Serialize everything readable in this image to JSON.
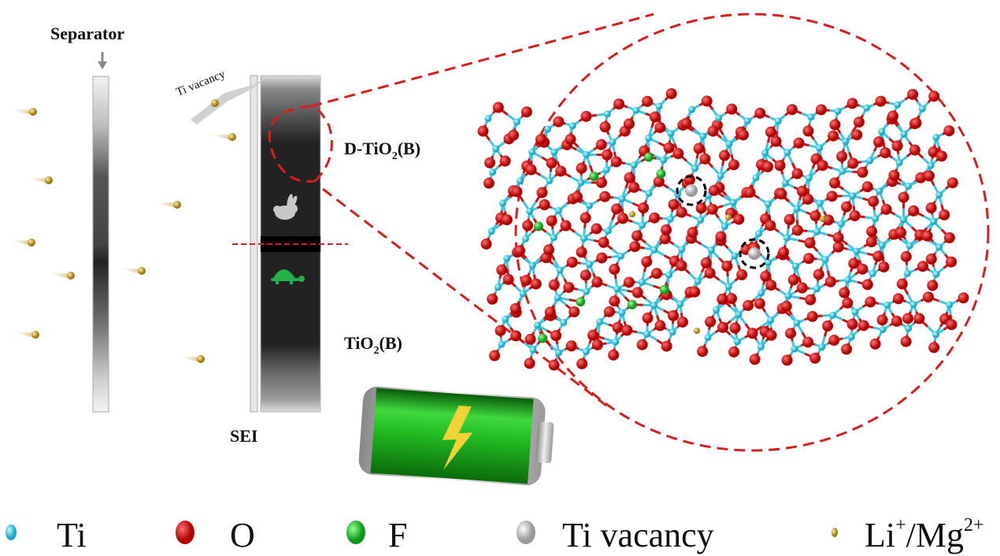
{
  "labels": {
    "separator": "Separator",
    "ti_vacancy_callout": "Ti vacancy",
    "d_tio2_prefix": "D-TiO",
    "d_tio2_sub": "2",
    "d_tio2_suffix": "(B)",
    "tio2_prefix": "TiO",
    "tio2_sub": "2",
    "tio2_suffix": "(B)",
    "sei": "SEI"
  },
  "legend": [
    {
      "label": "Ti",
      "color": "#3fc6e0"
    },
    {
      "label": "O",
      "color": "#e01010"
    },
    {
      "label": "F",
      "color": "#22cc33"
    },
    {
      "label": "Ti vacancy",
      "color": "#dddddd"
    },
    {
      "label_main": "Li",
      "sup1": "+",
      "mid": "/Mg",
      "sup2": "2+",
      "color": "#c8a640"
    }
  ],
  "icons": {
    "fast": "rabbit-icon",
    "slow": "turtle-icon",
    "battery": "battery-charging-icon"
  },
  "colors": {
    "dash": "#d81e1e",
    "ti": "#3fc6e0",
    "o": "#e01010",
    "f": "#22cc33",
    "ion": "#c8a640",
    "turtle": "#22b04a"
  }
}
